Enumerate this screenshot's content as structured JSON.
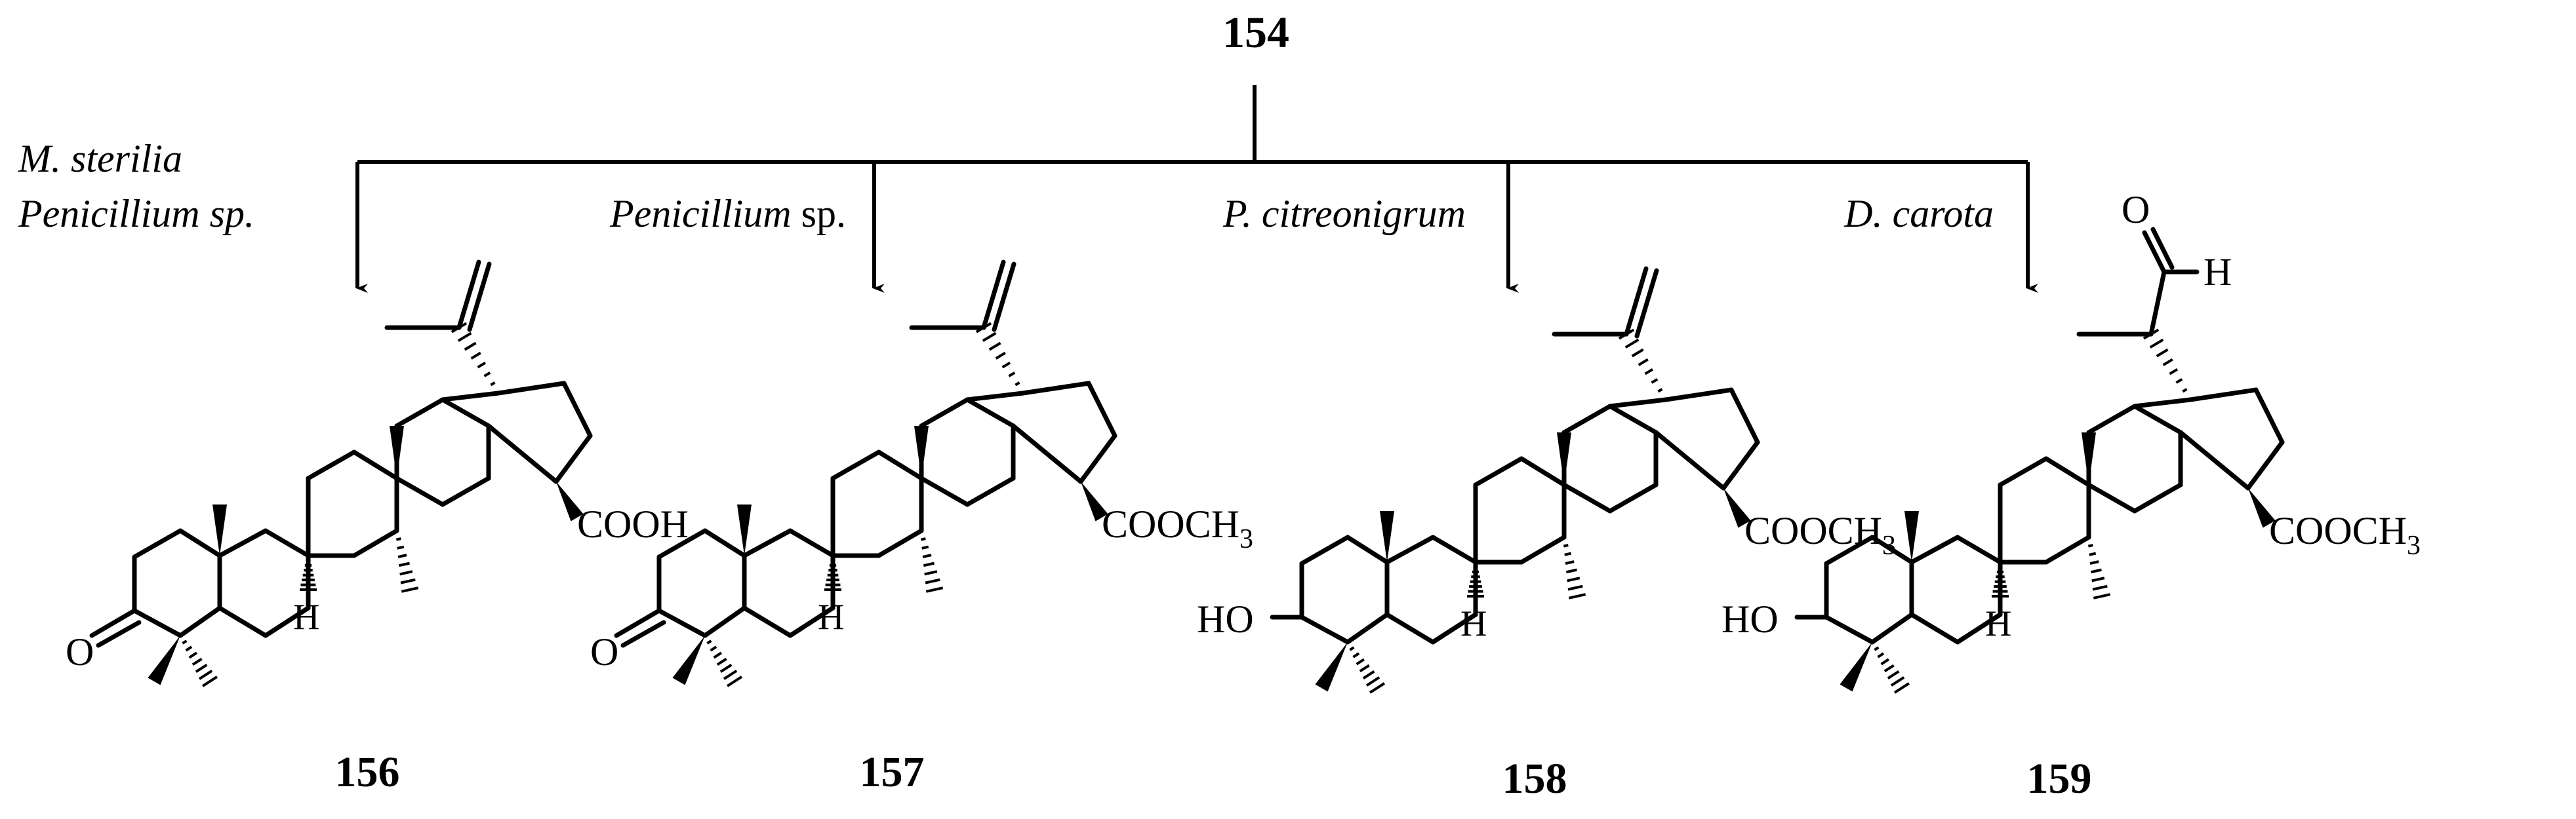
{
  "start_compound": "154",
  "branches": [
    {
      "organism_lines": [
        {
          "parts": [
            {
              "text": "M. sterilia",
              "italic": true
            }
          ]
        },
        {
          "parts": [
            {
              "text": "Penicillium sp.",
              "italic": true
            }
          ]
        }
      ],
      "product": {
        "label": "156",
        "substituent": {
          "text": "COOH",
          "sub": ""
        },
        "c3": {
          "text": "O"
        },
        "h_label": "H",
        "aldehyde": null
      }
    },
    {
      "organism_lines": [
        {
          "parts": [
            {
              "text": "Penicillium",
              "italic": true
            },
            {
              "text": " sp.",
              "italic": false
            }
          ]
        }
      ],
      "product": {
        "label": "157",
        "substituent": {
          "text": "COOCH",
          "sub": "3"
        },
        "c3": {
          "text": "O"
        },
        "h_label": "H",
        "aldehyde": null
      }
    },
    {
      "organism_lines": [
        {
          "parts": [
            {
              "text": "P. citreonigrum",
              "italic": true
            }
          ]
        }
      ],
      "product": {
        "label": "158",
        "substituent": {
          "text": "COOCH",
          "sub": "3"
        },
        "c3": {
          "text": "HO"
        },
        "h_label": "H",
        "aldehyde": null
      }
    },
    {
      "organism_lines": [
        {
          "parts": [
            {
              "text": "D. carota",
              "italic": true
            }
          ]
        }
      ],
      "product": {
        "label": "159",
        "substituent": {
          "text": "COOCH",
          "sub": "3"
        },
        "c3": {
          "text": "HO"
        },
        "h_label": "H",
        "aldehyde": {
          "o": "O",
          "h": "H"
        }
      }
    }
  ]
}
